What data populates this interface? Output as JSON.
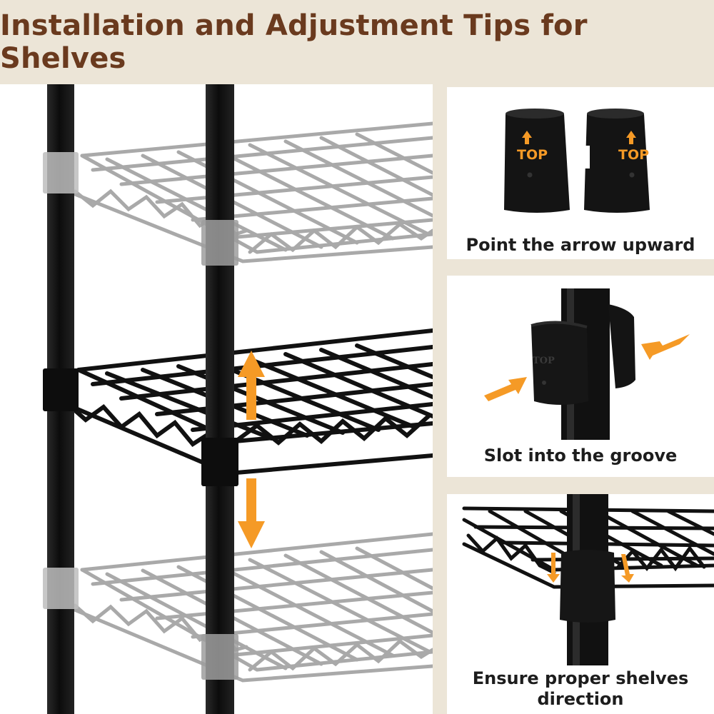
{
  "header": {
    "title": "Installation and Adjustment Tips for Shelves",
    "title_color": "#6a3a1e"
  },
  "tips": [
    {
      "caption": "Point the arrow upward",
      "sleeve_label_left": "TOP",
      "sleeve_label_right": "TOP"
    },
    {
      "caption": "Slot into the groove",
      "sleeve_label": "TOP"
    },
    {
      "caption": "Ensure proper shelves direction"
    }
  ],
  "colors": {
    "accent_orange": "#f59a26",
    "pole_black": "#111111",
    "ghost_gray": "#a9a9a9",
    "background": "#ece5d7"
  },
  "icons": [
    "up-down-arrow-icon",
    "up-arrow-icon",
    "inward-arrow-icon",
    "down-arrow-icon"
  ]
}
